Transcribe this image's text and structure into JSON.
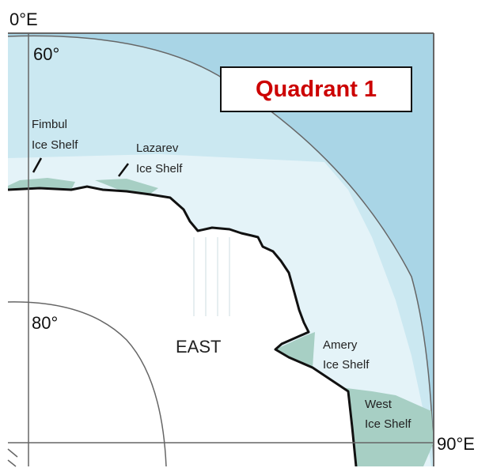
{
  "map": {
    "quadrant_label": "Quadrant 1",
    "longitude_labels": {
      "top_left": "0°E",
      "right": "90°E"
    },
    "latitude_labels": {
      "outer": "60°",
      "inner": "80°"
    },
    "region_label": "EAST",
    "ice_shelves": [
      {
        "line1": "Fimbul",
        "line2": "Ice Shelf"
      },
      {
        "line1": "Lazarev",
        "line2": "Ice Shelf"
      },
      {
        "line1": "Amery",
        "line2": "Ice Shelf"
      },
      {
        "line1": "West",
        "line2": "Ice Shelf"
      }
    ],
    "colors": {
      "ocean_outer": "#a9d5e6",
      "sea_ice": "#cbe8f1",
      "pack_ice": "#e4f3f8",
      "ice_shelf": "#a7cfc4",
      "land": "#ffffff",
      "coastline": "#111111",
      "quadrant_text": "#cc0000"
    }
  }
}
